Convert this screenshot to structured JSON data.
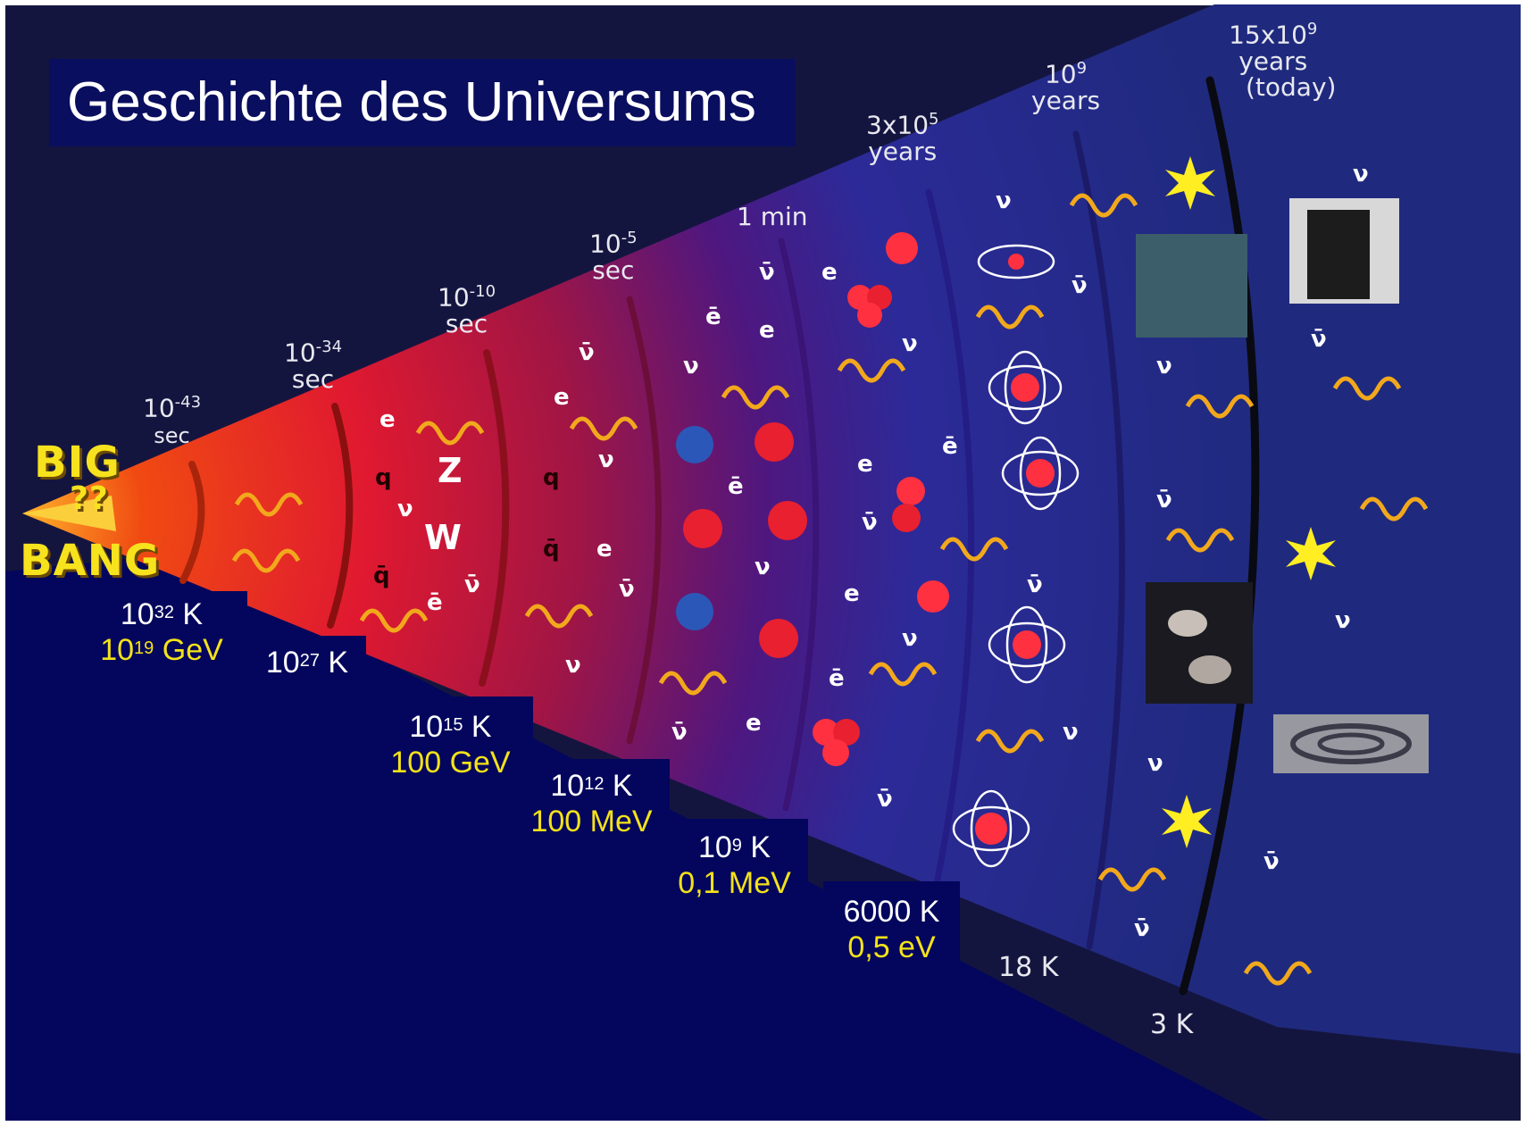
{
  "title": "Geschichte des Universums",
  "big_bang": {
    "word1": "BIG",
    "word2": "BANG",
    "marks": "??"
  },
  "time_labels": [
    {
      "base": "10",
      "exp": "-43",
      "unit": "sec"
    },
    {
      "base": "10",
      "exp": "-34",
      "unit": "sec"
    },
    {
      "base": "10",
      "exp": "-10",
      "unit": "sec"
    },
    {
      "base": "10",
      "exp": "-5",
      "unit": "sec"
    },
    {
      "base": "1 min",
      "exp": "",
      "unit": ""
    },
    {
      "base": "3x10",
      "exp": "5",
      "unit": "years"
    },
    {
      "base": "10",
      "exp": "9",
      "unit": "years"
    },
    {
      "base": "15x10",
      "exp": "9",
      "unit": "years",
      "note": "(today)"
    }
  ],
  "temperature_labels": [
    {
      "k_base": "10",
      "k_exp": "32",
      "k_unit": " K",
      "energy": "10",
      "energy_exp": "19",
      "energy_unit": " GeV"
    },
    {
      "k_base": "10",
      "k_exp": "27",
      "k_unit": " K",
      "energy": "",
      "energy_exp": "",
      "energy_unit": ""
    },
    {
      "k_base": "10",
      "k_exp": "15",
      "k_unit": " K",
      "energy": "100 GeV",
      "energy_exp": "",
      "energy_unit": ""
    },
    {
      "k_base": "10",
      "k_exp": "12",
      "k_unit": " K",
      "energy": "100 MeV",
      "energy_exp": "",
      "energy_unit": ""
    },
    {
      "k_base": "10",
      "k_exp": "9",
      "k_unit": " K",
      "energy": "0,1 MeV",
      "energy_exp": "",
      "energy_unit": ""
    },
    {
      "k_base": "6000 K",
      "k_exp": "",
      "k_unit": "",
      "energy": "0,5 eV",
      "energy_exp": "",
      "energy_unit": ""
    }
  ],
  "kelvin_small": [
    "18 K",
    "3 K"
  ],
  "particles": {
    "q": "q",
    "qbar": "q̄",
    "e": "e",
    "ebar": "ē",
    "nu": "ν",
    "nubar": "ν̄",
    "Z": "Z",
    "W": "W"
  },
  "colors": {
    "background": "#14153f",
    "label_box": "#03065c",
    "energy_text": "#f4e21a",
    "photon": "#f2a81c"
  }
}
